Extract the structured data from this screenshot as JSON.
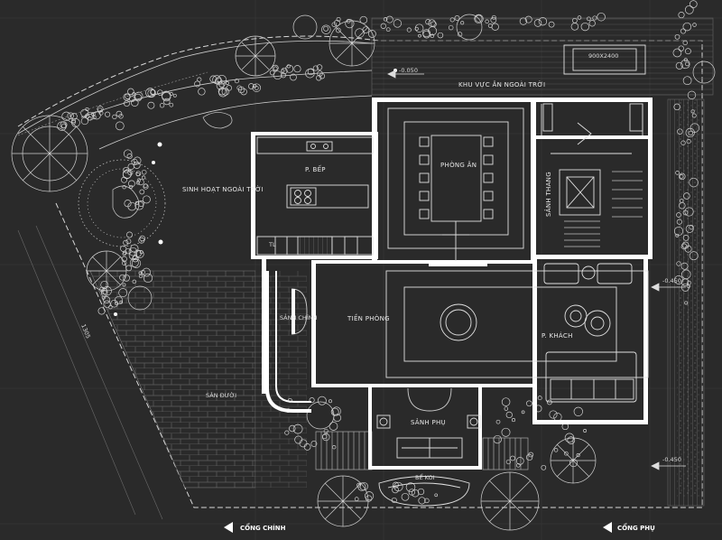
{
  "plan": {
    "rooms": {
      "outdoor_dining": "KHU VỰC ĂN NGOÀI TRỜI",
      "outdoor_living": "SINH HOẠT NGOÀI TRỜI",
      "kitchen": "P. BẾP",
      "dining": "PHÒNG ĂN",
      "stair": "SẢNH THANG",
      "entry_hall": "TIỀN PHÒNG",
      "living": "P. KHÁCH",
      "main_hall": "SẢNH CHÍNH",
      "side_hall": "SẢNH PHỤ",
      "courtyard": "SÂN ĐƯỜI",
      "pond": "BỂ KOI",
      "wc": "TL"
    },
    "dimensions": {
      "table_size": "900X2400",
      "length": "1305"
    },
    "levels": {
      "level_top": "-0.050",
      "level_right_1": "-0.450",
      "level_right_2": "-0.450"
    },
    "gates": {
      "main_gate": "CỔNG CHÍNH",
      "side_gate": "CỔNG PHỤ"
    }
  }
}
